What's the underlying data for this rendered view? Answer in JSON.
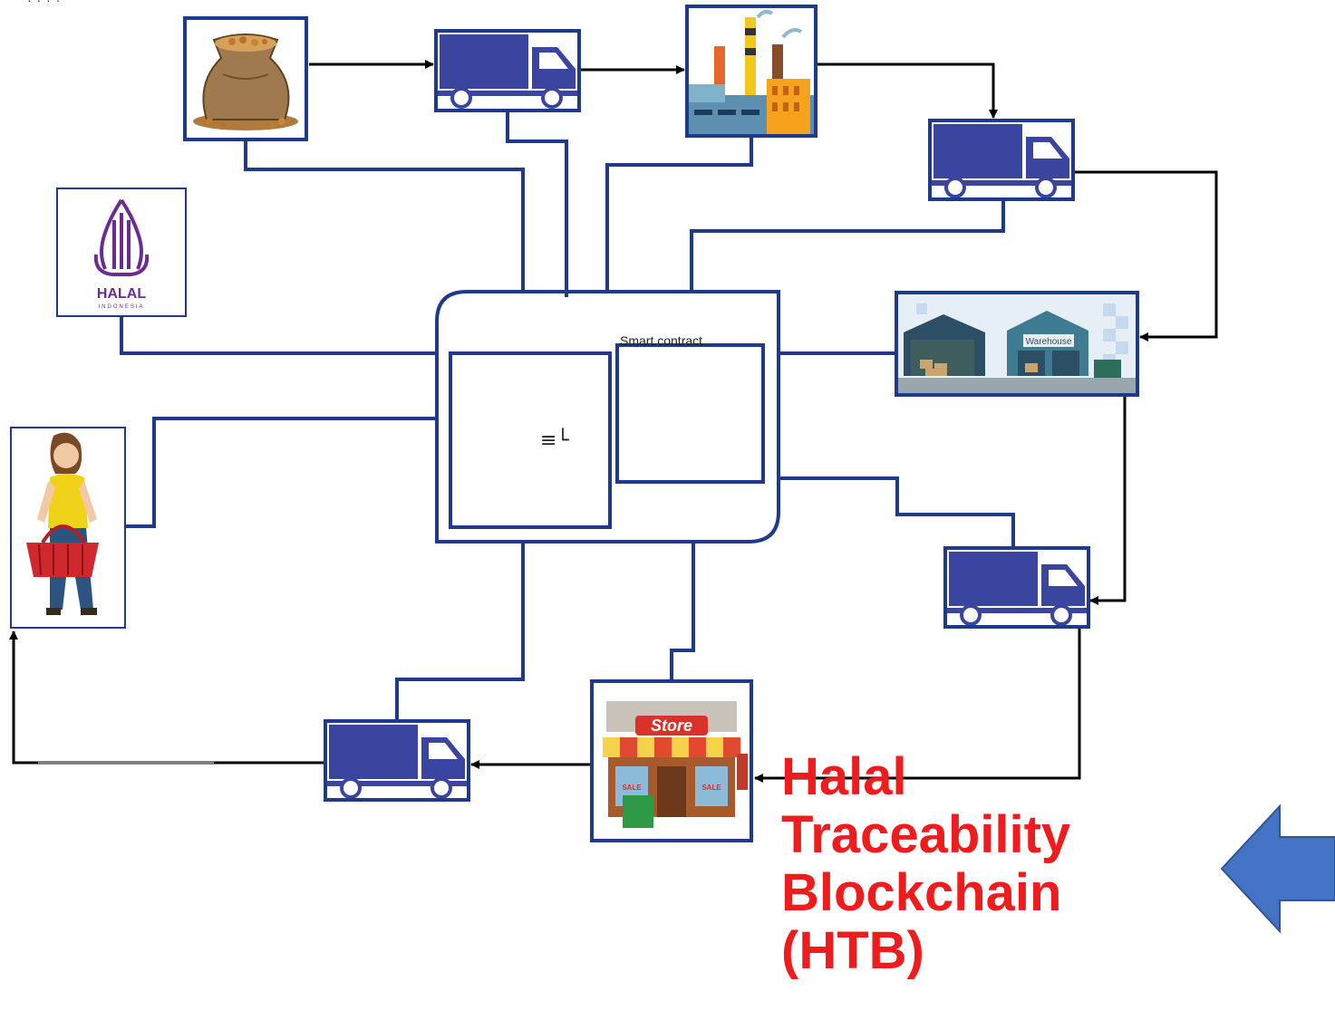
{
  "corner_mark": "· · · ·",
  "title": {
    "line1": "Halal",
    "line2": "Traceability",
    "line3": "Blockchain",
    "line4": "(HTB)"
  },
  "blockchain": {
    "smart_contract_label": "Smart contract",
    "ledger_glyph": "≡└"
  },
  "halal_logo": {
    "word": "HALAL",
    "country": "INDONESIA"
  },
  "warehouse": {
    "sign": "Warehouse"
  },
  "store": {
    "sign": "Store",
    "sale": "SALE"
  },
  "colors": {
    "line": "#1f3a8a",
    "truck": "#3a45a0",
    "title": "#ee1c1c",
    "arrow": "#4472c4",
    "halal_purple": "#6b2c91"
  },
  "nodes": [
    {
      "name": "raw-material-sack"
    },
    {
      "name": "truck-1"
    },
    {
      "name": "factory"
    },
    {
      "name": "truck-2"
    },
    {
      "name": "halal-certification"
    },
    {
      "name": "warehouse"
    },
    {
      "name": "truck-3"
    },
    {
      "name": "store"
    },
    {
      "name": "truck-4"
    },
    {
      "name": "consumer"
    }
  ]
}
